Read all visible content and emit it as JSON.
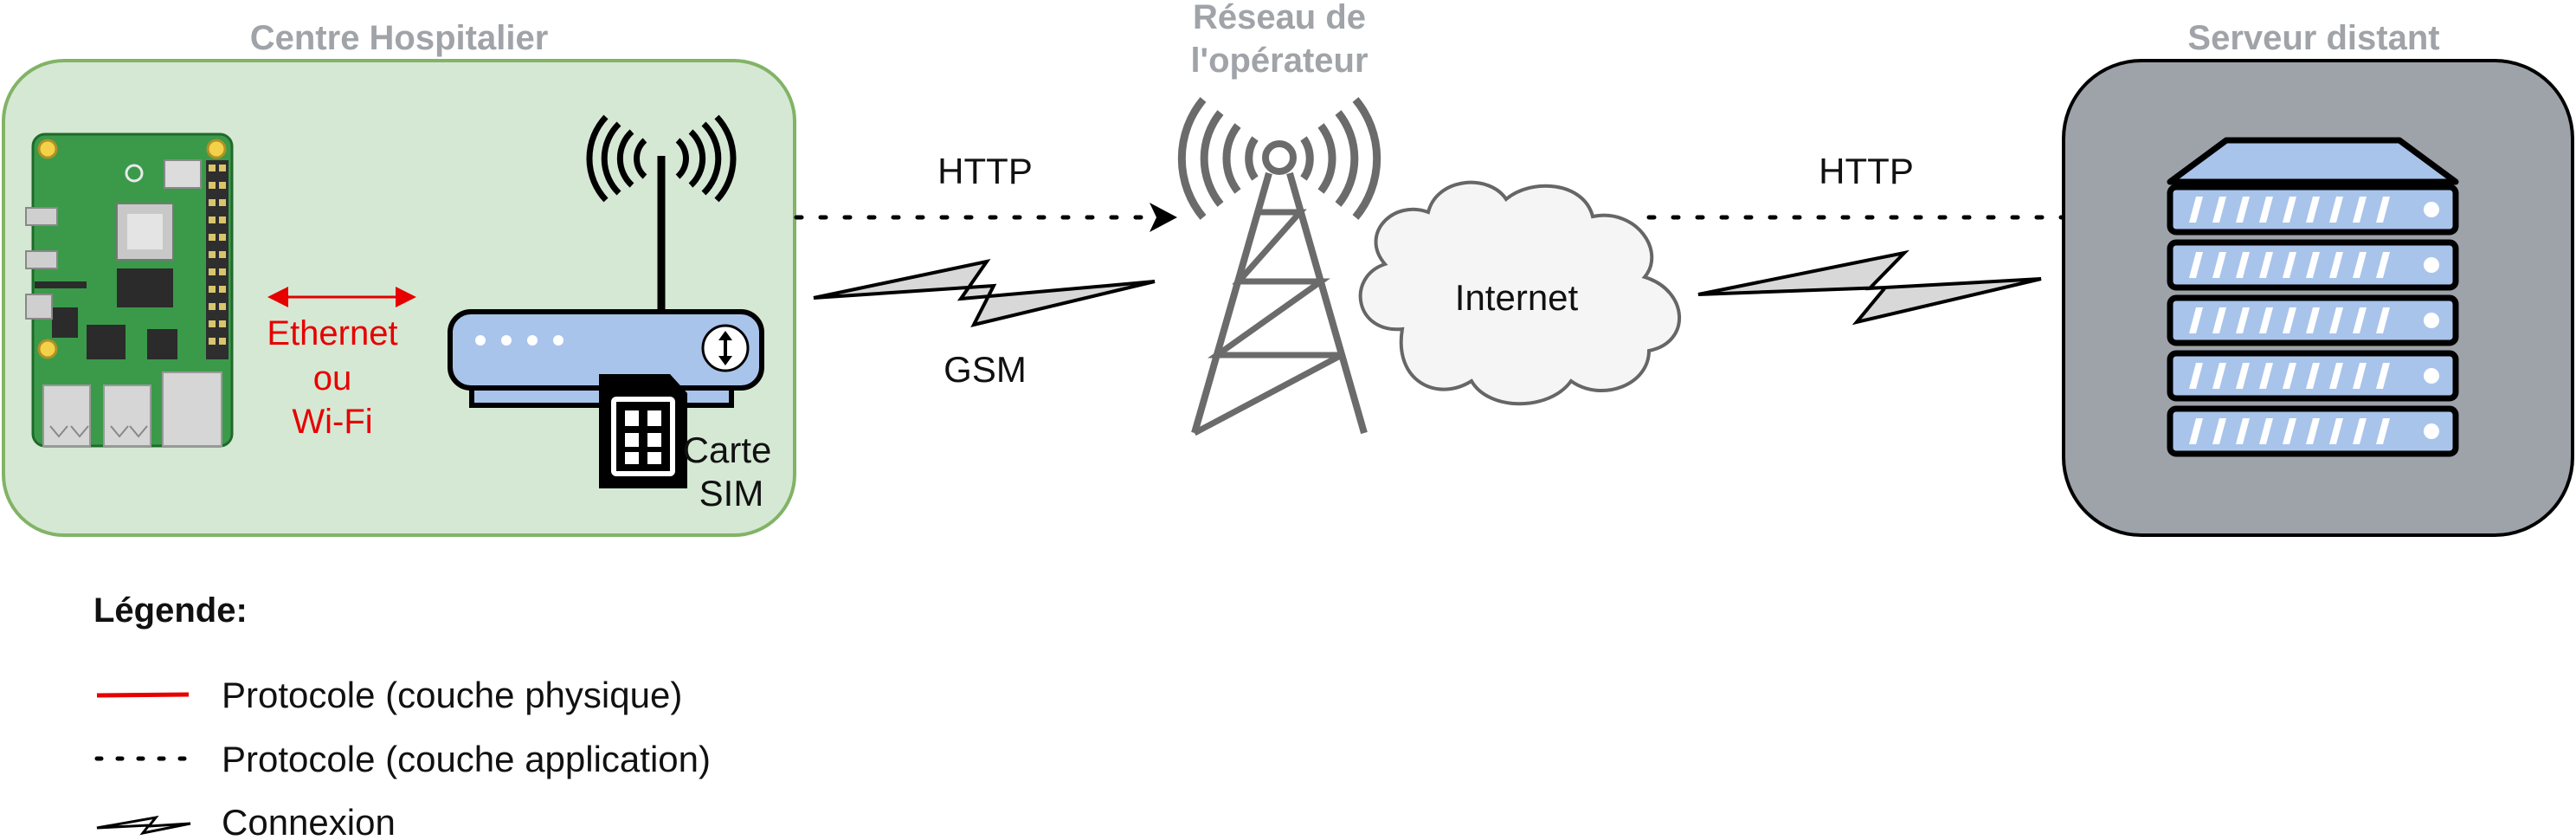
{
  "zones": {
    "hospital": "Centre Hospitalier",
    "operator_line1": "Réseau de",
    "operator_line2": "l'opérateur",
    "server": "Serveur distant"
  },
  "labels": {
    "ethernet_line1": "Ethernet",
    "ethernet_line2": "ou",
    "ethernet_line3": "Wi-Fi",
    "sim_line1": "Carte",
    "sim_line2": "SIM",
    "http_left": "HTTP",
    "gsm": "GSM",
    "internet": "Internet",
    "http_right": "HTTP"
  },
  "legend": {
    "title": "Légende:",
    "items": [
      {
        "label": "Protocole (couche physique)",
        "style": "red-line"
      },
      {
        "label": "Protocole (couche application)",
        "style": "dotted-line"
      },
      {
        "label": "Connexion",
        "style": "lightning"
      }
    ]
  },
  "colors": {
    "hospital_fill": "#d5e8d4",
    "hospital_stroke": "#82b366",
    "server_fill": "#9ea3aa",
    "server_blue": "#a9c4eb",
    "protocol_red": "#e60000",
    "title_gray": "#a0a3a8"
  },
  "icons": [
    "raspberry-pi-board-icon",
    "router-icon",
    "sim-card-icon",
    "cell-tower-icon",
    "cloud-icon",
    "server-rack-icon"
  ]
}
